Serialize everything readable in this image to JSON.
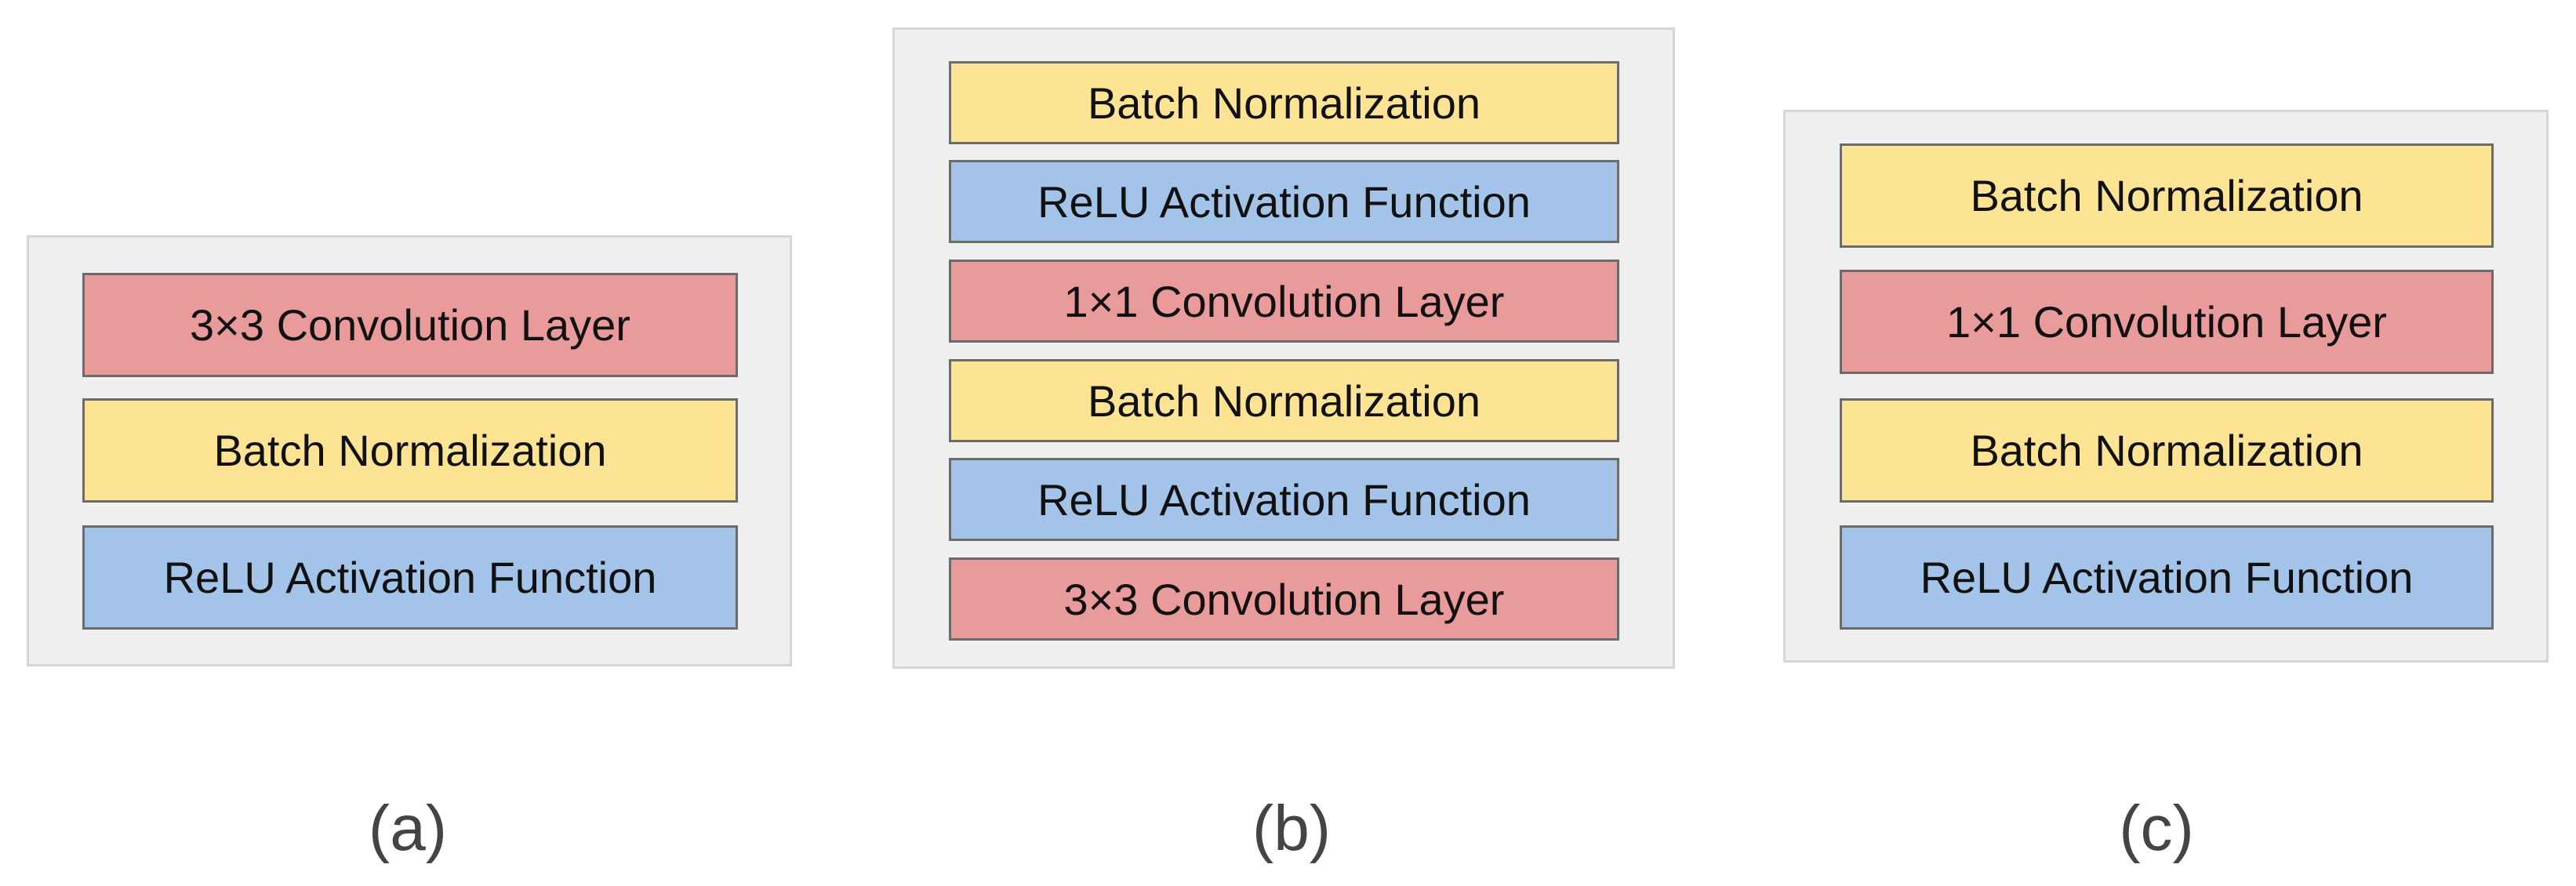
{
  "colors": {
    "conv": "#e99a9a",
    "bn": "#fde494",
    "relu": "#a3c4e8",
    "panel": "#efefef"
  },
  "panels": [
    {
      "id": "a",
      "caption": "(a)",
      "layers": [
        {
          "type": "conv",
          "label": "3×3 Convolution Layer"
        },
        {
          "type": "bn",
          "label": "Batch Normalization"
        },
        {
          "type": "relu",
          "label": "ReLU Activation Function"
        }
      ]
    },
    {
      "id": "b",
      "caption": "(b)",
      "layers": [
        {
          "type": "bn",
          "label": "Batch Normalization"
        },
        {
          "type": "relu",
          "label": "ReLU Activation Function"
        },
        {
          "type": "conv",
          "label": "1×1 Convolution Layer"
        },
        {
          "type": "bn",
          "label": "Batch Normalization"
        },
        {
          "type": "relu",
          "label": "ReLU Activation Function"
        },
        {
          "type": "conv",
          "label": "3×3 Convolution Layer"
        }
      ]
    },
    {
      "id": "c",
      "caption": "(c)",
      "layers": [
        {
          "type": "bn",
          "label": "Batch Normalization"
        },
        {
          "type": "conv",
          "label": "1×1 Convolution Layer"
        },
        {
          "type": "bn",
          "label": "Batch Normalization"
        },
        {
          "type": "relu",
          "label": "ReLU Activation Function"
        }
      ]
    }
  ]
}
